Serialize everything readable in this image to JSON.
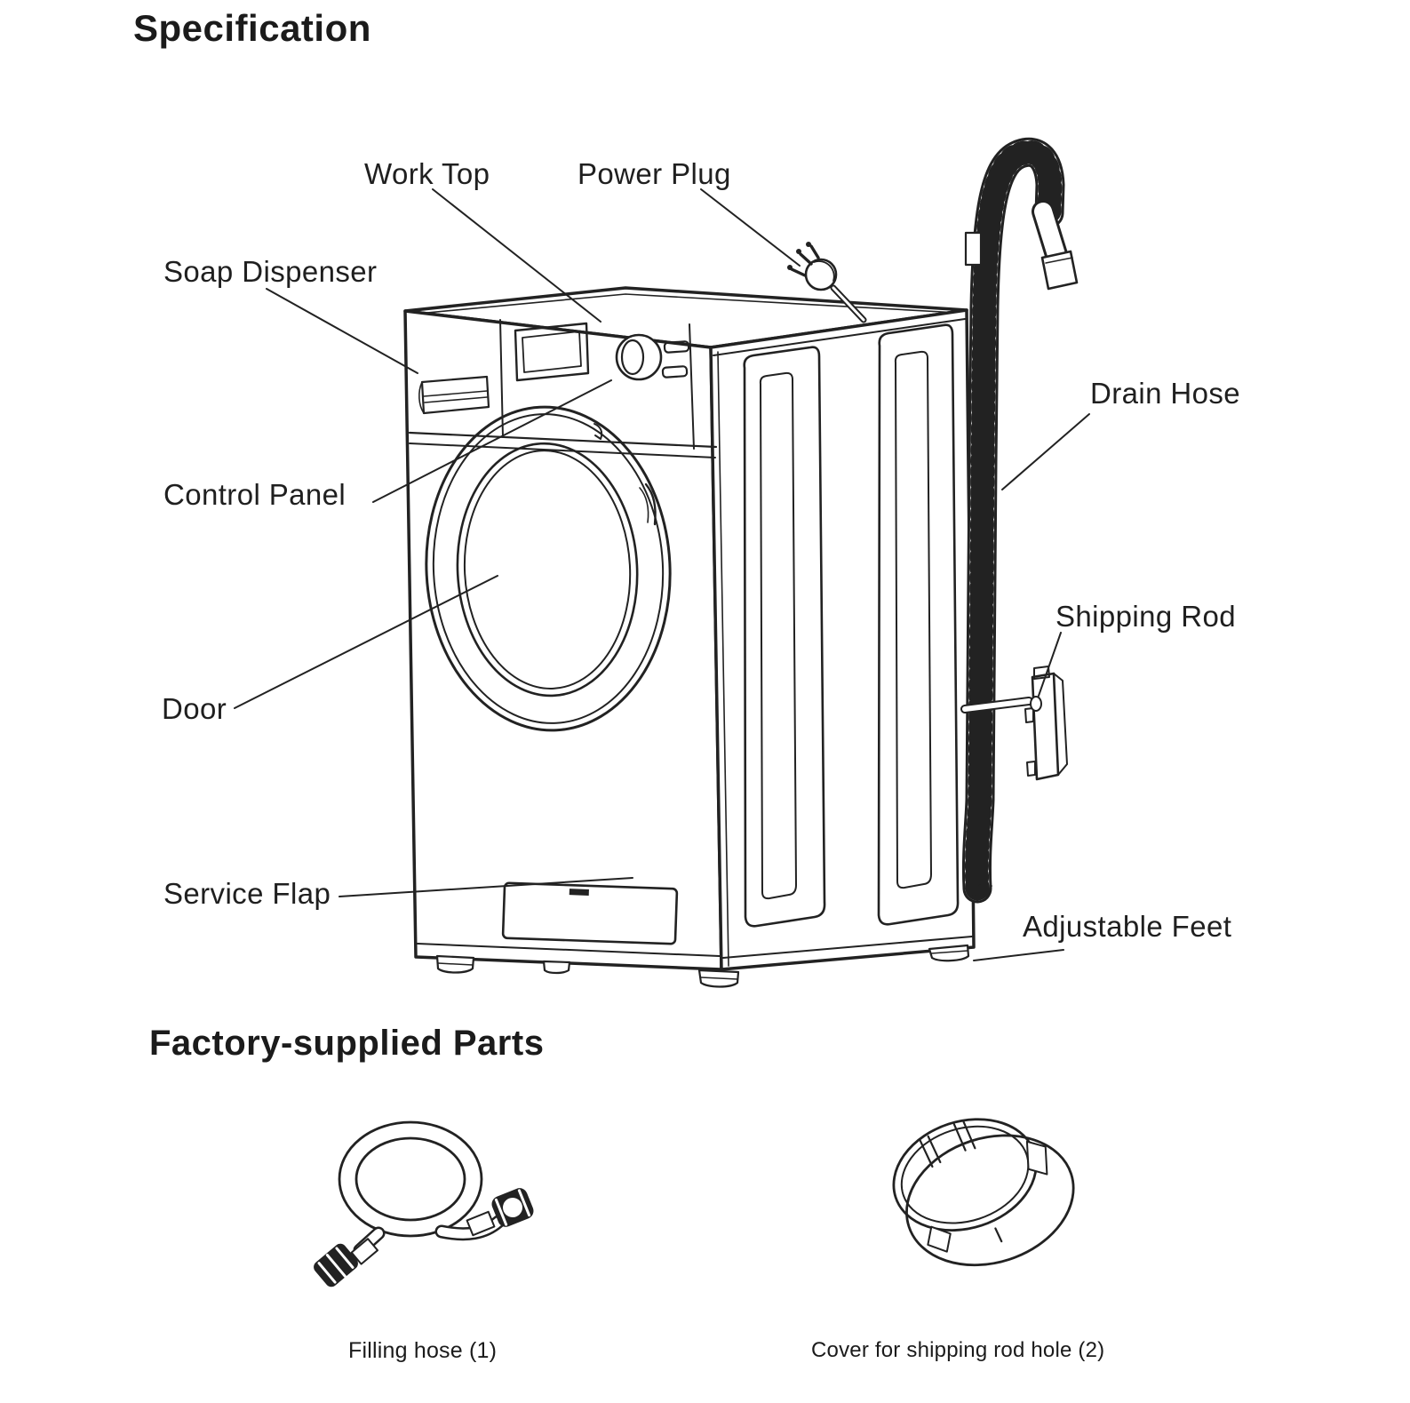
{
  "page": {
    "section1_title": "Specification",
    "section2_title": "Factory-supplied Parts"
  },
  "diagram": {
    "labels": {
      "work_top": "Work Top",
      "power_plug": "Power Plug",
      "soap_dispenser": "Soap Dispenser",
      "control_panel": "Control Panel",
      "door": "Door",
      "service_flap": "Service Flap",
      "drain_hose": "Drain Hose",
      "shipping_rod": "Shipping Rod",
      "adjustable_feet": "Adjustable Feet"
    }
  },
  "parts": {
    "filling_hose_caption": "Filling hose (1)",
    "cover_caption": "Cover for shipping rod hole (2)"
  },
  "colors": {
    "line": "#222222",
    "text": "#1d1d1d",
    "background": "#ffffff"
  }
}
